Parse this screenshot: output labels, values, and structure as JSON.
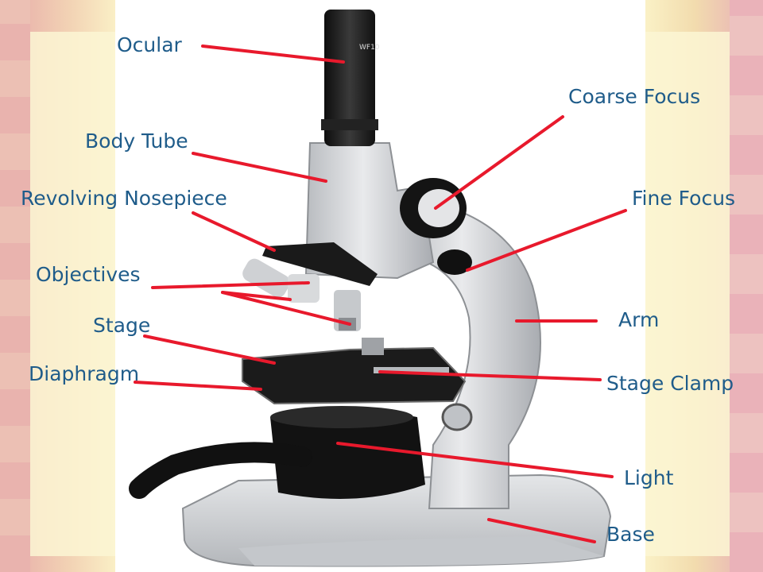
{
  "labels": {
    "ocular": "Ocular",
    "body_tube": "Body Tube",
    "revolving_nosepiece": "Revolving Nosepiece",
    "objectives": "Objectives",
    "stage": "Stage",
    "diaphragm": "Diaphragm",
    "coarse_focus": "Coarse Focus",
    "fine_focus": "Fine Focus",
    "arm": "Arm",
    "stage_clamp": "Stage Clamp",
    "light": "Light",
    "base": "Base"
  },
  "eyepiece_marking": "WF10",
  "colors": {
    "label_text": "#1f5c8a",
    "leader_line": "#e8192c",
    "microscope_body": "#d7d9db",
    "microscope_dark": "#1a1a1a"
  }
}
